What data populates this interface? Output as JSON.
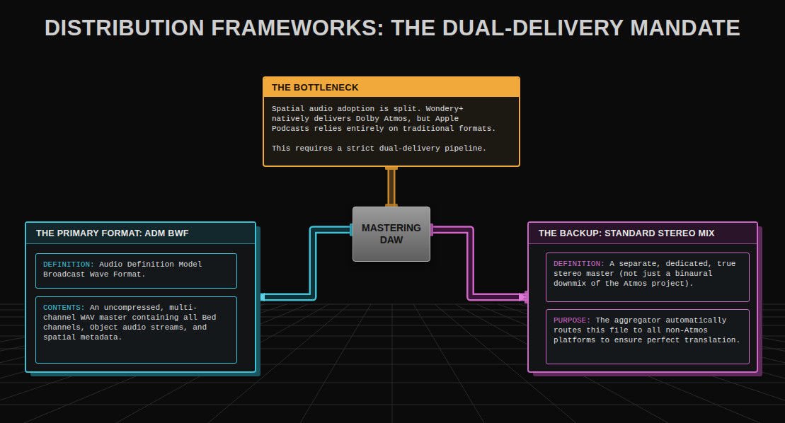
{
  "diagram": {
    "title": "DISTRIBUTION FRAMEWORKS: THE DUAL-DELIVERY MANDATE",
    "nodes": [
      {
        "text": [
          "THE BOTTLENECK",
          "Spatial audio adoption is split. Wondery+ natively delivers Dolby Atmos, but Apple Podcasts relies entirely on traditional formats.",
          "This requires a strict dual-delivery pipeline."
        ]
      },
      {
        "text": [
          "MASTERING DAW"
        ]
      },
      {
        "text": [
          "THE PRIMARY FORMAT: ADM BWF"
        ]
      },
      {
        "text": [
          "DEFINITION:",
          "Audio Definition Model Broadcast Wave Format."
        ],
        "in": 2
      },
      {
        "text": [
          "CONTENTS:",
          "An uncompressed, multi-channel WAV master containing all Bed channels, Object audio streams, and spatial metadata."
        ],
        "in": 2
      },
      {
        "text": [
          "THE BACKUP: STANDARD STEREO MIX"
        ]
      },
      {
        "text": [
          "DEFINITION:",
          "A separate, dedicated, true stereo master (not just a binaural downmix of the Atmos project)."
        ],
        "in": 5
      },
      {
        "text": [
          "PURPOSE:",
          "The aggregator automatically routes this file to all non-Atmos platforms to ensure perfect translation."
        ],
        "in": 5
      }
    ],
    "edges": [
      {
        "from": 0,
        "to": 1,
        "arrow": "none"
      },
      {
        "from": 1,
        "to": 2,
        "arrow": "to"
      },
      {
        "from": 1,
        "to": 5,
        "arrow": "to"
      }
    ]
  }
}
